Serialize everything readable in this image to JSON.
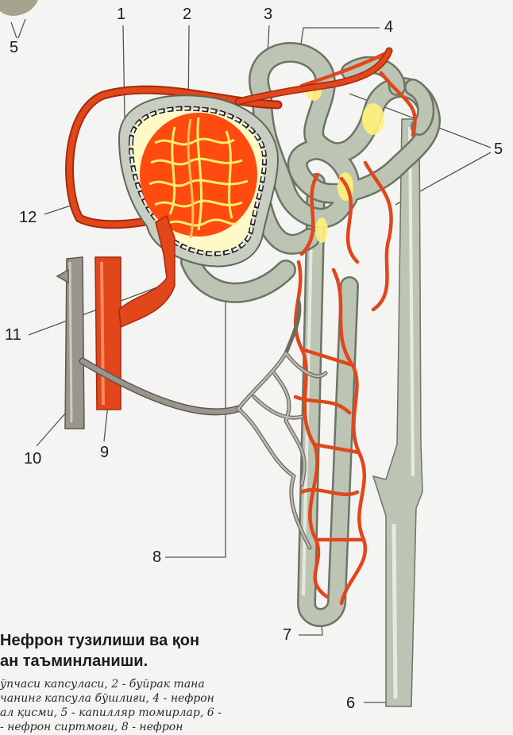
{
  "labels": {
    "n1": "1",
    "n2": "2",
    "n3": "3",
    "n4": "4",
    "n5_top": "5",
    "n5_right": "5",
    "n6": "6",
    "n7": "7",
    "n8": "8",
    "n9": "9",
    "n10": "10",
    "n11": "11",
    "n12": "12"
  },
  "title": {
    "line1": "Нефрон тузилиши ва қон",
    "line2": "ан таъминланиши."
  },
  "caption": {
    "line1": "ўпчаси капсуласи, 2 - буйрак тана",
    "line2": "чанинг капсула бўшлиғи, 4 - нефрон",
    "line3": "ал қисми, 5 - капилляр томирлар, 6 -",
    "line4": "- нефрон сиртмоғи, 8 - нефрон"
  },
  "colors": {
    "artery": "#e2461b",
    "tubule": "#b9c1b2",
    "vein": "#8f8a82",
    "glomerulus": "#ff4a10",
    "cavity": "#fff27a"
  }
}
